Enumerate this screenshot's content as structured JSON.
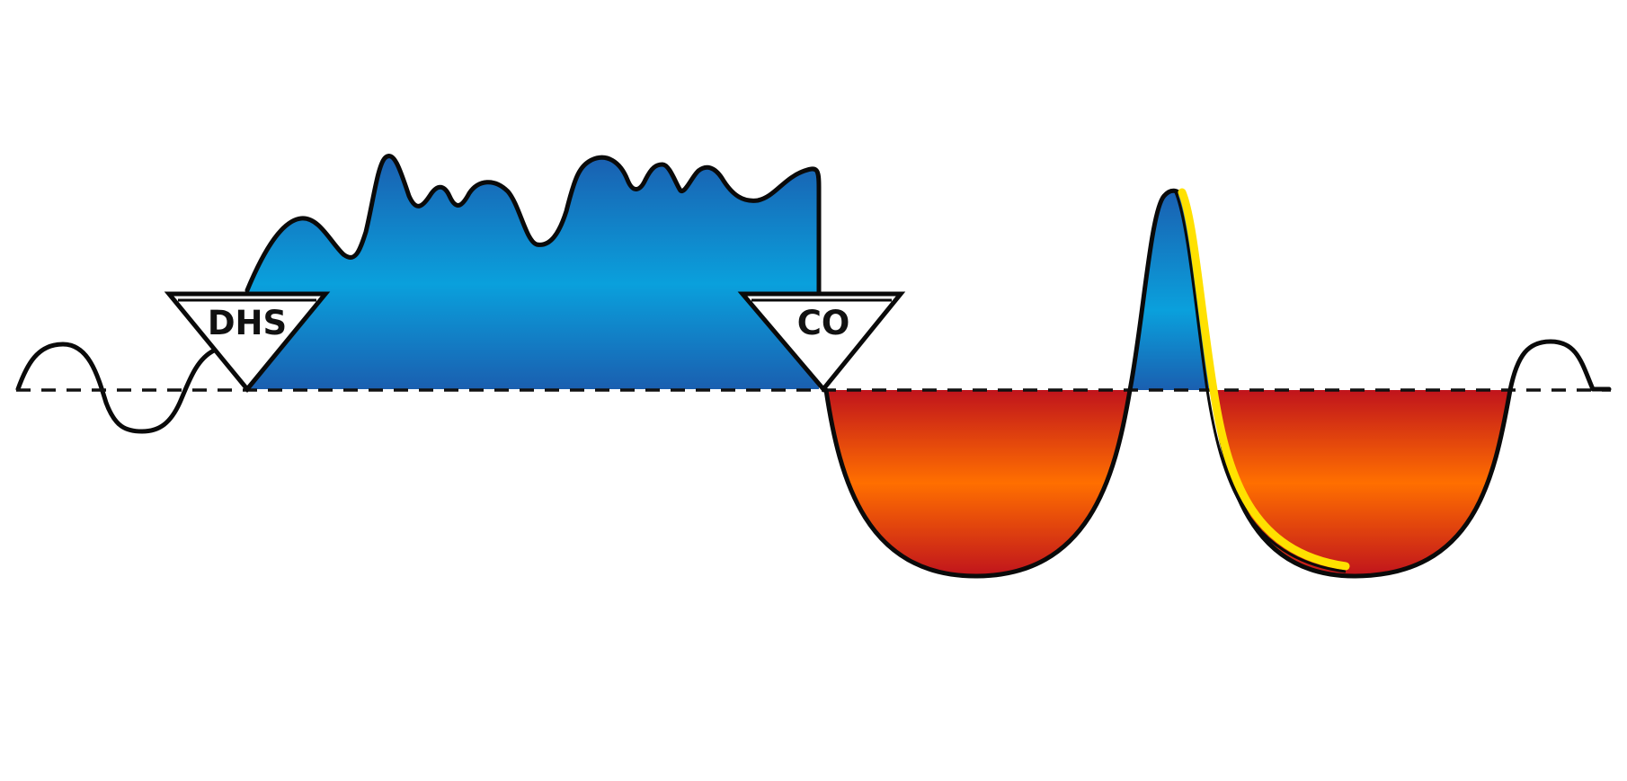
{
  "markers": [
    {
      "id": "dhs",
      "label": "DHS"
    },
    {
      "id": "co",
      "label": "CO"
    }
  ],
  "colors": {
    "above_baseline": "#0aa0dc",
    "above_baseline_edge": "#1a5fb0",
    "below_baseline": "#ff6f00",
    "below_baseline_edge": "#c0141c",
    "highlight_trace": "#ffe100",
    "outline": "#0a0a0a"
  }
}
